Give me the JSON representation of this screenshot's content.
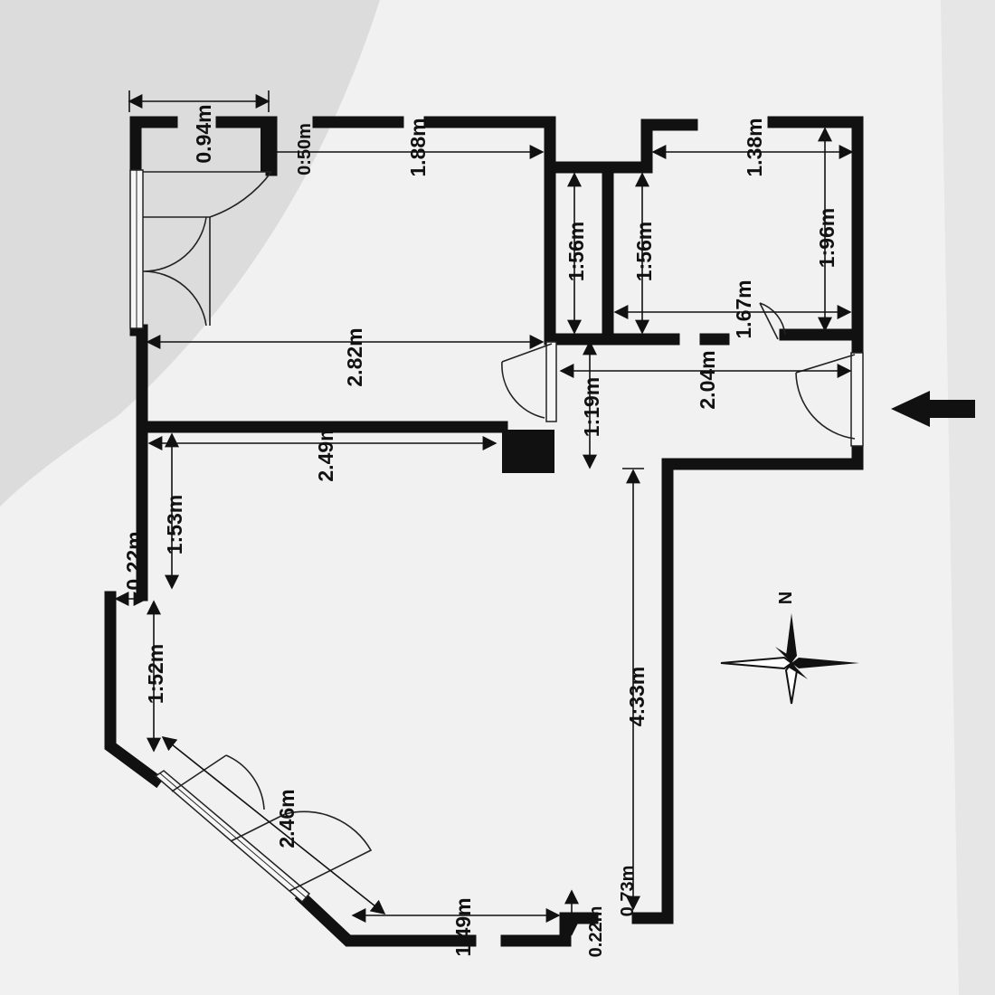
{
  "dimensions": {
    "d_094": "0.94m",
    "d_050": "0:50m",
    "d_188": "1.88m",
    "d_138": "1.38m",
    "d_156a": "1:56m",
    "d_156b": "1:56m",
    "d_196": "1:96m",
    "d_167": "1.67m",
    "d_282": "2.82m",
    "d_204": "2.04m",
    "d_119": "1:19m",
    "d_249": "2.49m",
    "d_153": "1:53m",
    "d_022_top": "0.22m",
    "d_152": "1:52m",
    "d_246": "2.46m",
    "d_149": "1.49m",
    "d_022_bottom": "0.22m",
    "d_073": "0.73m",
    "d_433": "4:33m"
  },
  "compass": {
    "north_label": "N"
  },
  "colors": {
    "wall": "#111111",
    "paper": "#f1f1f1",
    "shade": "#dcdcdc"
  }
}
